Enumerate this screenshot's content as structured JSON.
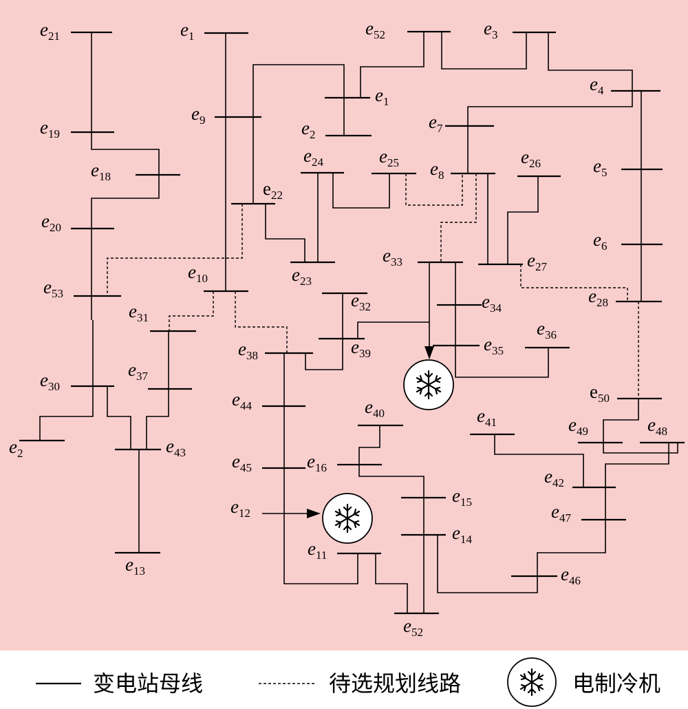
{
  "diagram": {
    "background_color": "#f9cfcd",
    "buses": [
      {
        "id": "b21",
        "name": "e",
        "sub": "21"
      },
      {
        "id": "b1a",
        "name": "e",
        "sub": "1"
      },
      {
        "id": "b52a",
        "name": "e",
        "sub": "52"
      },
      {
        "id": "b3",
        "name": "e",
        "sub": "3"
      },
      {
        "id": "b4",
        "name": "e",
        "sub": "4"
      },
      {
        "id": "b1b",
        "name": "e",
        "sub": "1"
      },
      {
        "id": "b9",
        "name": "e",
        "sub": "9"
      },
      {
        "id": "b19",
        "name": "e",
        "sub": "19"
      },
      {
        "id": "b7",
        "name": "e",
        "sub": "7"
      },
      {
        "id": "b2a",
        "name": "e",
        "sub": "2"
      },
      {
        "id": "b18",
        "name": "e",
        "sub": "18"
      },
      {
        "id": "b24",
        "name": "e",
        "sub": "24"
      },
      {
        "id": "b25",
        "name": "e",
        "sub": "25"
      },
      {
        "id": "b8",
        "name": "e",
        "sub": "8"
      },
      {
        "id": "b26",
        "name": "e",
        "sub": "26"
      },
      {
        "id": "b5",
        "name": "e",
        "sub": "5"
      },
      {
        "id": "b22",
        "name": "e",
        "sub": "22"
      },
      {
        "id": "b20",
        "name": "e",
        "sub": "20"
      },
      {
        "id": "b6",
        "name": "e",
        "sub": "6"
      },
      {
        "id": "b33",
        "name": "e",
        "sub": "33"
      },
      {
        "id": "b27",
        "name": "e",
        "sub": "27"
      },
      {
        "id": "b23",
        "name": "e",
        "sub": "23"
      },
      {
        "id": "b10",
        "name": "e",
        "sub": "10"
      },
      {
        "id": "b53",
        "name": "e",
        "sub": "53"
      },
      {
        "id": "b28",
        "name": "e",
        "sub": "28"
      },
      {
        "id": "b32",
        "name": "e",
        "sub": "32"
      },
      {
        "id": "b34",
        "name": "e",
        "sub": "34"
      },
      {
        "id": "b31",
        "name": "e",
        "sub": "31"
      },
      {
        "id": "b36",
        "name": "e",
        "sub": "36"
      },
      {
        "id": "b38",
        "name": "e",
        "sub": "38"
      },
      {
        "id": "b39",
        "name": "e",
        "sub": "39"
      },
      {
        "id": "b35",
        "name": "e",
        "sub": "35"
      },
      {
        "id": "b37",
        "name": "e",
        "sub": "37"
      },
      {
        "id": "b30",
        "name": "e",
        "sub": "30"
      },
      {
        "id": "b50",
        "name": "e",
        "sub": "50"
      },
      {
        "id": "b44",
        "name": "e",
        "sub": "44"
      },
      {
        "id": "b40",
        "name": "e",
        "sub": "40"
      },
      {
        "id": "b41",
        "name": "e",
        "sub": "41"
      },
      {
        "id": "b49",
        "name": "e",
        "sub": "49"
      },
      {
        "id": "b48",
        "name": "e",
        "sub": "48"
      },
      {
        "id": "b2b",
        "name": "e",
        "sub": "2"
      },
      {
        "id": "b43",
        "name": "e",
        "sub": "43"
      },
      {
        "id": "b45",
        "name": "e",
        "sub": "45"
      },
      {
        "id": "b16",
        "name": "e",
        "sub": "16"
      },
      {
        "id": "b42",
        "name": "e",
        "sub": "42"
      },
      {
        "id": "b15",
        "name": "e",
        "sub": "15"
      },
      {
        "id": "b12",
        "name": "e",
        "sub": "12"
      },
      {
        "id": "b47",
        "name": "e",
        "sub": "47"
      },
      {
        "id": "b14",
        "name": "e",
        "sub": "14"
      },
      {
        "id": "b11",
        "name": "e",
        "sub": "11"
      },
      {
        "id": "b13",
        "name": "e",
        "sub": "13"
      },
      {
        "id": "b46",
        "name": "e",
        "sub": "46"
      },
      {
        "id": "b52b",
        "name": "e",
        "sub": "52"
      }
    ]
  },
  "legend": {
    "bus_label": "变电站母线",
    "candidate_label": "待选规划线路",
    "chiller_label": "电制冷机"
  }
}
